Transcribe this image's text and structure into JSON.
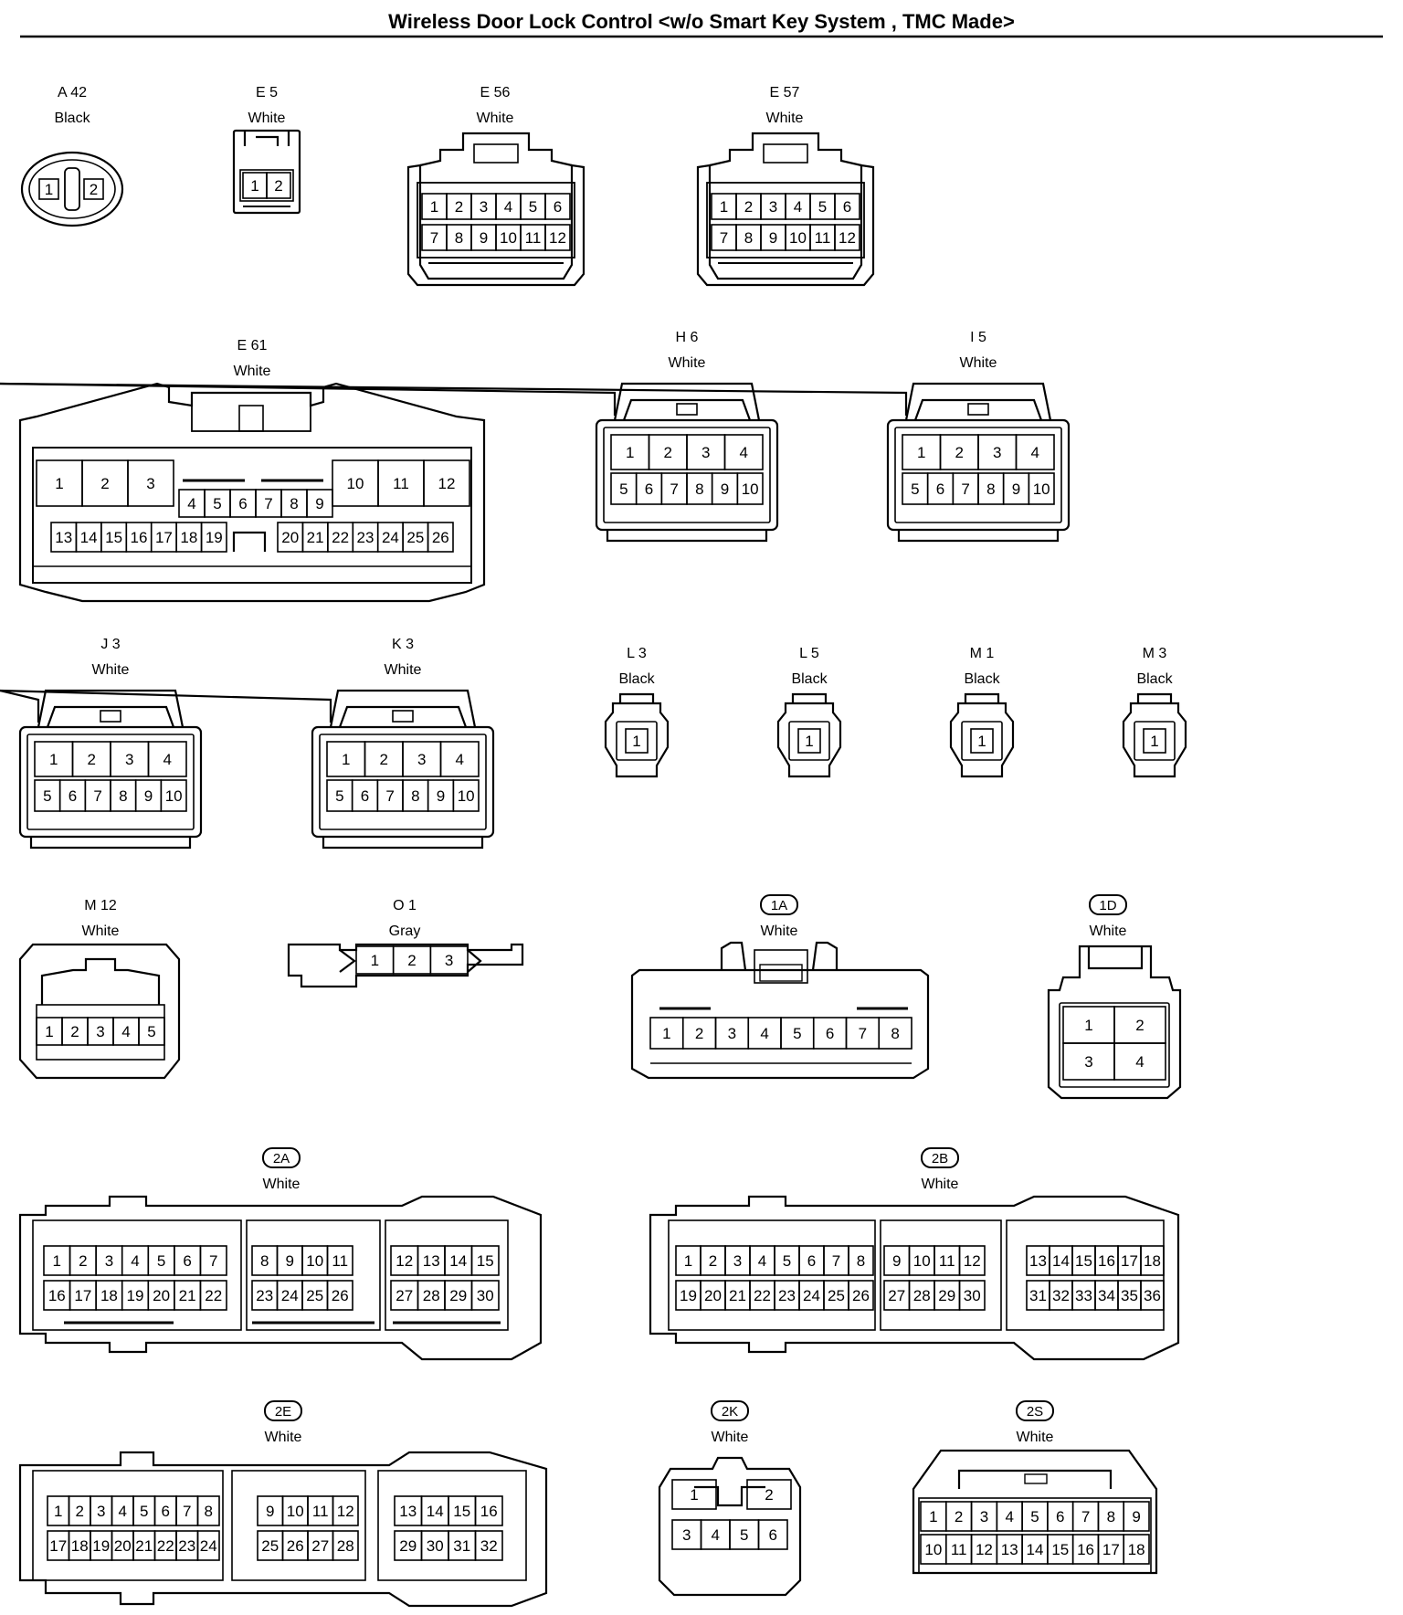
{
  "title": "Wireless Door Lock Control <w/o Smart Key System , TMC Made>",
  "connectors": [
    {
      "id": "A 42",
      "color": "Black",
      "oval": false,
      "rows": [
        [
          "1",
          "2"
        ]
      ]
    },
    {
      "id": "E 5",
      "color": "White",
      "oval": false,
      "rows": [
        [
          "1",
          "2"
        ]
      ]
    },
    {
      "id": "E 56",
      "color": "White",
      "oval": false,
      "rows": [
        [
          "1",
          "2",
          "3",
          "4",
          "5",
          "6"
        ],
        [
          "7",
          "8",
          "9",
          "10",
          "11",
          "12"
        ]
      ]
    },
    {
      "id": "E 57",
      "color": "White",
      "oval": false,
      "rows": [
        [
          "1",
          "2",
          "3",
          "4",
          "5",
          "6"
        ],
        [
          "7",
          "8",
          "9",
          "10",
          "11",
          "12"
        ]
      ]
    },
    {
      "id": "E 61",
      "color": "White",
      "oval": false,
      "rows": [
        [
          "1",
          "2",
          "3",
          "10",
          "11",
          "12"
        ],
        [
          "4",
          "5",
          "6",
          "7",
          "8",
          "9"
        ],
        [
          "13",
          "14",
          "15",
          "16",
          "17",
          "18",
          "19",
          "20",
          "21",
          "22",
          "23",
          "24",
          "25",
          "26"
        ]
      ]
    },
    {
      "id": "H 6",
      "color": "White",
      "oval": false,
      "rows": [
        [
          "1",
          "2",
          "3",
          "4"
        ],
        [
          "5",
          "6",
          "7",
          "8",
          "9",
          "10"
        ]
      ]
    },
    {
      "id": "I 5",
      "color": "White",
      "oval": false,
      "rows": [
        [
          "1",
          "2",
          "3",
          "4"
        ],
        [
          "5",
          "6",
          "7",
          "8",
          "9",
          "10"
        ]
      ]
    },
    {
      "id": "J 3",
      "color": "White",
      "oval": false,
      "rows": [
        [
          "1",
          "2",
          "3",
          "4"
        ],
        [
          "5",
          "6",
          "7",
          "8",
          "9",
          "10"
        ]
      ]
    },
    {
      "id": "K 3",
      "color": "White",
      "oval": false,
      "rows": [
        [
          "1",
          "2",
          "3",
          "4"
        ],
        [
          "5",
          "6",
          "7",
          "8",
          "9",
          "10"
        ]
      ]
    },
    {
      "id": "L 3",
      "color": "Black",
      "oval": false,
      "rows": [
        [
          "1"
        ]
      ]
    },
    {
      "id": "L 5",
      "color": "Black",
      "oval": false,
      "rows": [
        [
          "1"
        ]
      ]
    },
    {
      "id": "M 1",
      "color": "Black",
      "oval": false,
      "rows": [
        [
          "1"
        ]
      ]
    },
    {
      "id": "M 3",
      "color": "Black",
      "oval": false,
      "rows": [
        [
          "1"
        ]
      ]
    },
    {
      "id": "M 12",
      "color": "White",
      "oval": false,
      "rows": [
        [
          "1",
          "2",
          "3",
          "4",
          "5"
        ]
      ]
    },
    {
      "id": "O 1",
      "color": "Gray",
      "oval": false,
      "rows": [
        [
          "1",
          "2",
          "3"
        ]
      ]
    },
    {
      "id": "1A",
      "color": "White",
      "oval": true,
      "rows": [
        [
          "1",
          "2",
          "3",
          "4",
          "5",
          "6",
          "7",
          "8"
        ]
      ]
    },
    {
      "id": "1D",
      "color": "White",
      "oval": true,
      "rows": [
        [
          "1",
          "2"
        ],
        [
          "3",
          "4"
        ]
      ]
    },
    {
      "id": "2A",
      "color": "White",
      "oval": true,
      "rows": [
        [
          "1",
          "2",
          "3",
          "4",
          "5",
          "6",
          "7",
          "8",
          "9",
          "10",
          "11",
          "12",
          "13",
          "14",
          "15"
        ],
        [
          "16",
          "17",
          "18",
          "19",
          "20",
          "21",
          "22",
          "23",
          "24",
          "25",
          "26",
          "27",
          "28",
          "29",
          "30"
        ]
      ]
    },
    {
      "id": "2B",
      "color": "White",
      "oval": true,
      "rows": [
        [
          "1",
          "2",
          "3",
          "4",
          "5",
          "6",
          "7",
          "8",
          "9",
          "10",
          "11",
          "12",
          "13",
          "14",
          "15",
          "16",
          "17",
          "18"
        ],
        [
          "19",
          "20",
          "21",
          "22",
          "23",
          "24",
          "25",
          "26",
          "27",
          "28",
          "29",
          "30",
          "31",
          "32",
          "33",
          "34",
          "35",
          "36"
        ]
      ]
    },
    {
      "id": "2E",
      "color": "White",
      "oval": true,
      "rows": [
        [
          "1",
          "2",
          "3",
          "4",
          "5",
          "6",
          "7",
          "8",
          "9",
          "10",
          "11",
          "12",
          "13",
          "14",
          "15",
          "16"
        ],
        [
          "17",
          "18",
          "19",
          "20",
          "21",
          "22",
          "23",
          "24",
          "25",
          "26",
          "27",
          "28",
          "29",
          "30",
          "31",
          "32"
        ]
      ]
    },
    {
      "id": "2K",
      "color": "White",
      "oval": true,
      "rows": [
        [
          "1",
          "2"
        ],
        [
          "3",
          "4",
          "5",
          "6"
        ]
      ]
    },
    {
      "id": "2S",
      "color": "White",
      "oval": true,
      "rows": [
        [
          "1",
          "2",
          "3",
          "4",
          "5",
          "6",
          "7",
          "8",
          "9"
        ],
        [
          "10",
          "11",
          "12",
          "13",
          "14",
          "15",
          "16",
          "17",
          "18"
        ]
      ]
    }
  ]
}
